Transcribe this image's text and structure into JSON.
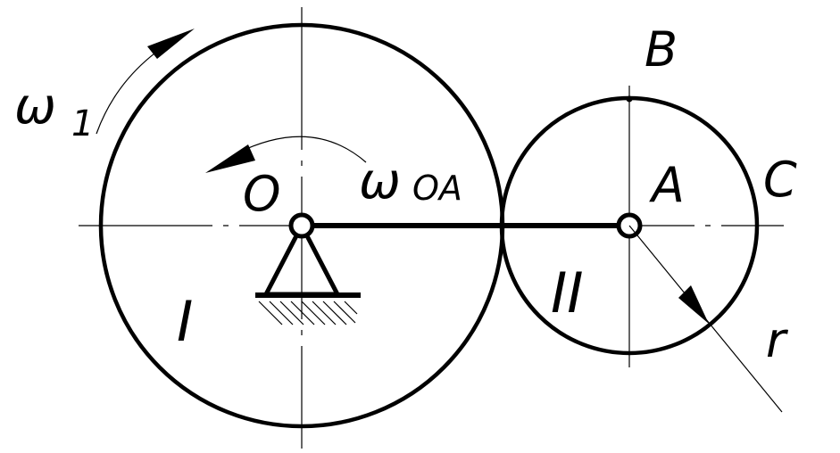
{
  "labels": {
    "omega1": "ω",
    "omega1_sub": "1",
    "omega_oa": "ω",
    "omega_oa_sub": "OA",
    "point_o": "O",
    "point_a": "A",
    "point_b": "B",
    "point_c": "C",
    "radius_r": "r",
    "gear_1": "I",
    "gear_2": "II"
  }
}
